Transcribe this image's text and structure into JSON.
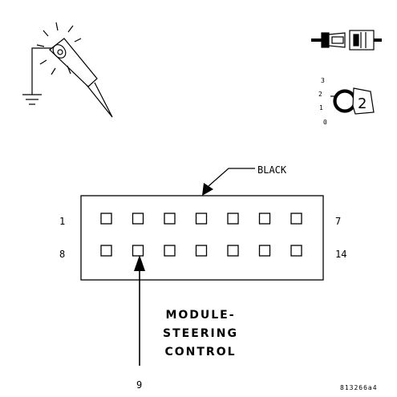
{
  "connector": {
    "color_label": "BLACK",
    "pin_start_top": "1",
    "pin_end_top": "7",
    "pin_start_bottom": "8",
    "pin_end_bottom": "14",
    "pointer_pin": "9",
    "top_row_count": 7,
    "bottom_row_count": 7
  },
  "title_lines": [
    "MODULE-",
    "STEERING",
    "CONTROL"
  ],
  "ignition": {
    "positions": [
      "3",
      "2",
      "1",
      "0"
    ],
    "key_position": "2"
  },
  "figure_code": "813266a4",
  "icons": {
    "test_light": "test-light-icon",
    "ground": "ground-icon",
    "connector": "connector-disconnected-icon",
    "ignition_key": "ignition-key-icon"
  }
}
